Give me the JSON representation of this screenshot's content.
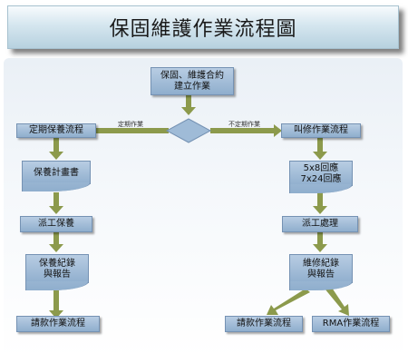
{
  "title": "保固維護作業流程圖",
  "nodes": {
    "start": "保固、維護合約\n建立作業",
    "periodic": "定期保養流程",
    "plan": "保養計畫書",
    "dispatch_periodic": "派工保養",
    "report_periodic": "保養紀錄\n與報告",
    "billing_periodic": "請款作業流程",
    "repair": "叫修作業流程",
    "response": "5x8回應\n7x24回應",
    "dispatch_repair": "派工處理",
    "report_repair": "維修紀錄\n與報告",
    "billing_repair": "請款作業流程",
    "rma": "RMA作業流程"
  },
  "branch_labels": {
    "periodic": "定期作業",
    "non_periodic": "不定期作業"
  },
  "colors": {
    "box_fill": "#9fbbd7",
    "box_border": "#7592b3",
    "arrow": "#8c9a4c"
  }
}
